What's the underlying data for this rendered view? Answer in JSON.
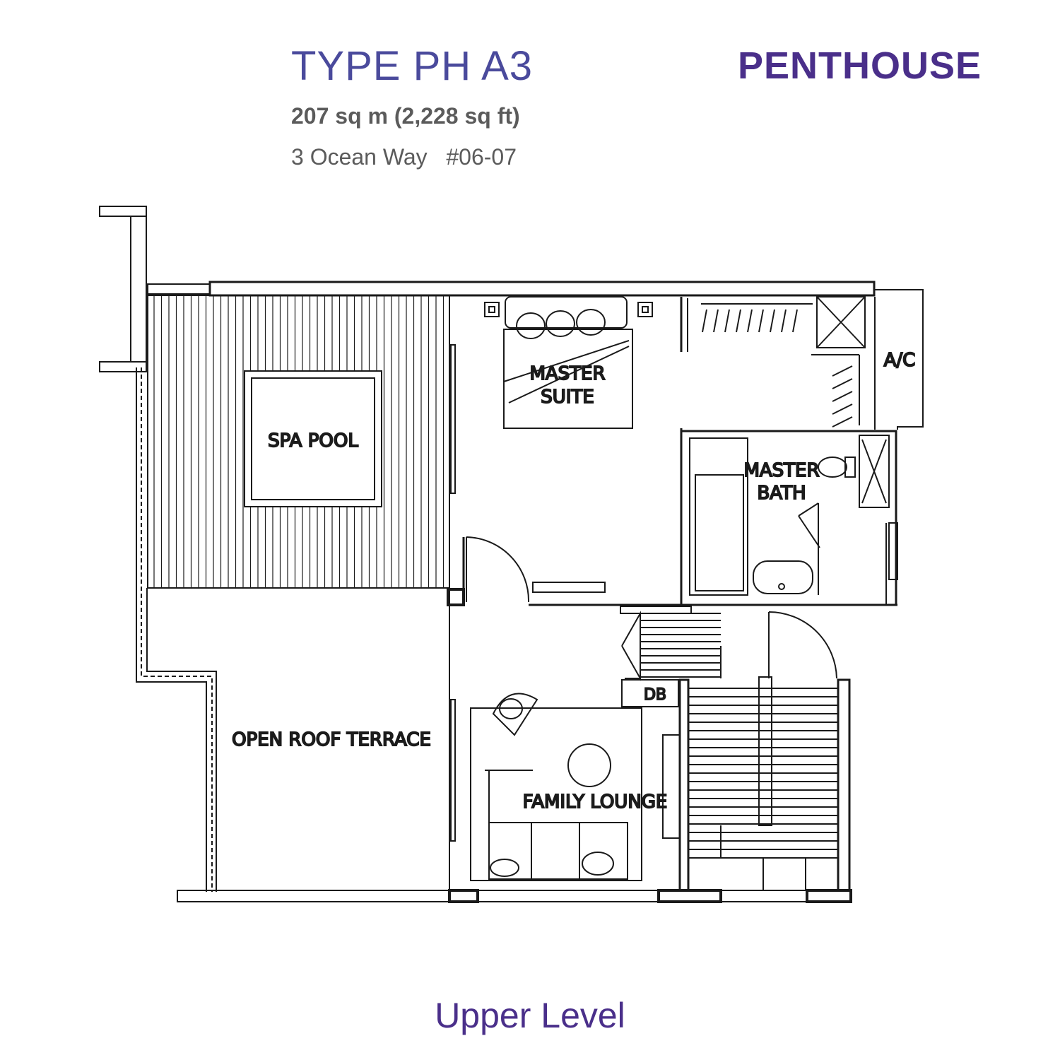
{
  "header": {
    "unit_type": "TYPE PH A3",
    "brand": "PENTHOUSE",
    "area": "207 sq m (2,228 sq ft)",
    "address": "3 Ocean Way   #06-07"
  },
  "footer": {
    "level": "Upper Level"
  },
  "rooms": {
    "spa_pool": "SPA POOL",
    "master_suite_line1": "MASTER",
    "master_suite_line2": "SUITE",
    "master_bath_line1": "MASTER",
    "master_bath_line2": "BATH",
    "ac": "A/C",
    "open_roof_terrace": "OPEN ROOF TERRACE",
    "family_lounge": "FAMILY LOUNGE",
    "db": "DB"
  },
  "colors": {
    "title": "#4a4a9c",
    "brand": "#4a2f8a",
    "subtitle": "#5b5b5b",
    "line": "#1a1a1a"
  }
}
